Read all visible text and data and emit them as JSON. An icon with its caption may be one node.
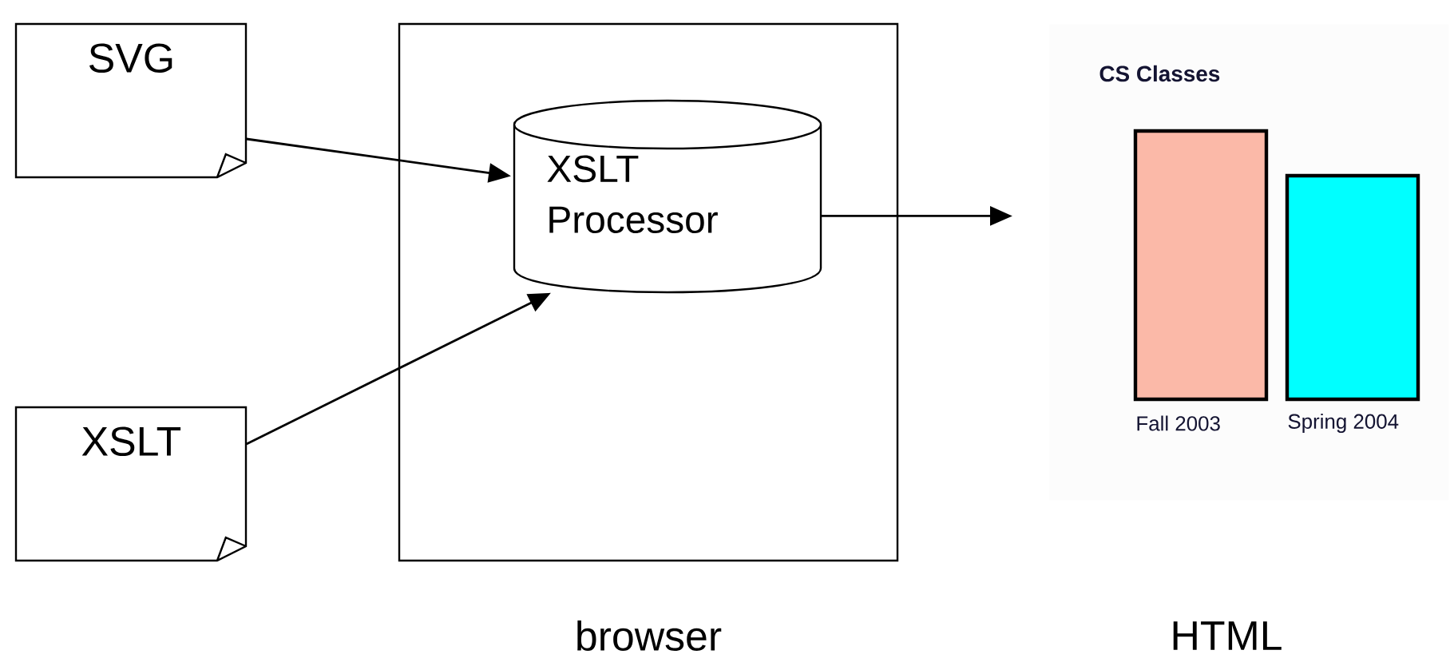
{
  "diagram": {
    "nodes": [
      {
        "text": [
          "SVG"
        ]
      },
      {
        "text": [
          "XSLT"
        ]
      },
      {
        "text": [],
        "shape": "box",
        "beside": [
          "browser"
        ]
      },
      {
        "text": [
          "XSLT Processor"
        ],
        "in": 2
      },
      {
        "text": [
          "CS Classes",
          "Fall 2003",
          "Spring 2004"
        ]
      }
    ],
    "labels": [
      "HTML"
    ],
    "edges": [
      {
        "from": 0,
        "to": 3,
        "arrow": "to"
      },
      {
        "from": 1,
        "to": 3,
        "arrow": "to"
      },
      {
        "from": 3,
        "to": 4,
        "arrow": "to"
      }
    ]
  }
}
